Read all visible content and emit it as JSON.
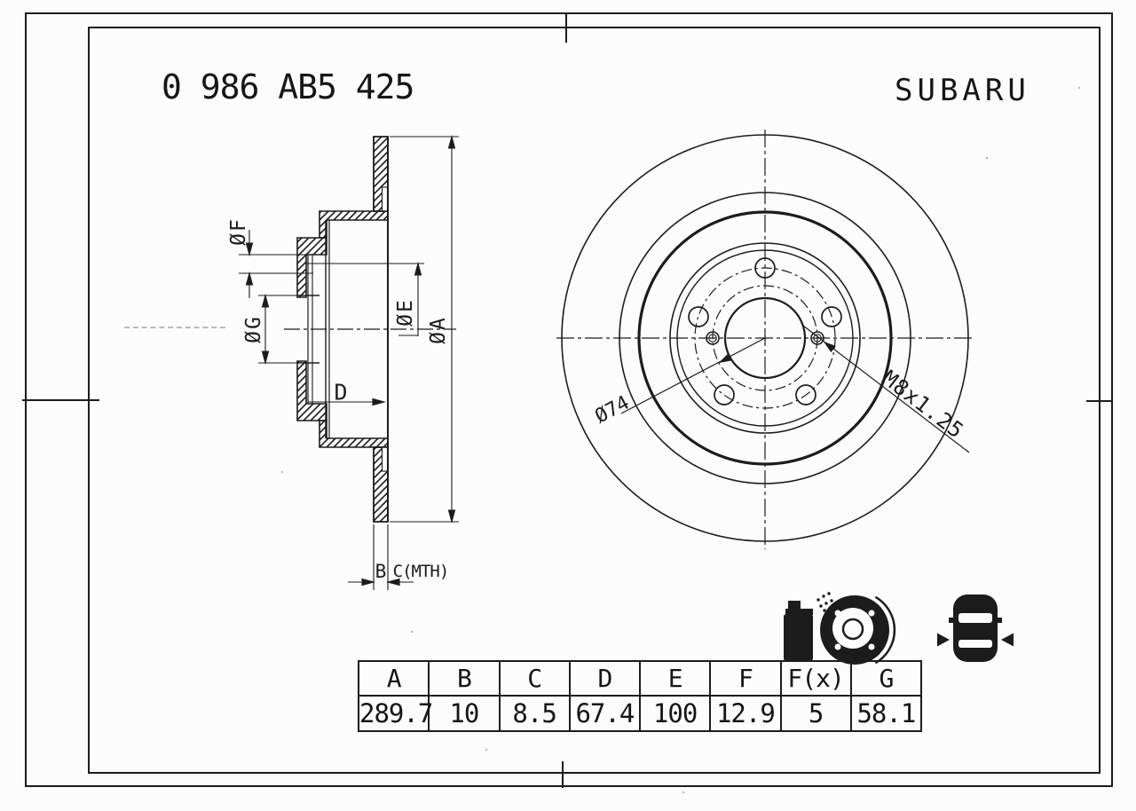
{
  "title_block": {
    "part_number": "0 986 AB5 425",
    "brand": "SUBARU"
  },
  "section_view": {
    "labels": {
      "dia_f": "ØF",
      "dia_g": "ØG",
      "dia_e": "ØE",
      "dia_a": "ØA",
      "d": "D",
      "b": "B",
      "c_mth": "C(MTH)"
    }
  },
  "front_view": {
    "labels": {
      "service_circle": "Ø74",
      "thread": "M8x1.25"
    }
  },
  "spec_table": {
    "headers": [
      "A",
      "B",
      "C",
      "D",
      "E",
      "F",
      "F(x)",
      "G"
    ],
    "values": [
      "289.7",
      "10",
      "8.5",
      "67.4",
      "100",
      "12.9",
      "5",
      "58.1"
    ]
  },
  "colors": {
    "ink": "#1c1c1c",
    "paper": "#fcfcfc"
  }
}
